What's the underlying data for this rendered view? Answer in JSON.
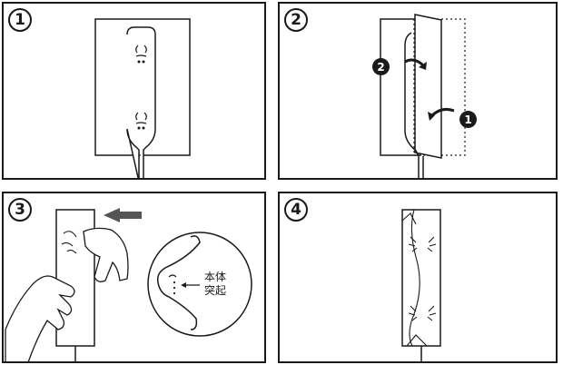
{
  "steps": [
    {
      "number": "1"
    },
    {
      "number": "2",
      "badges": [
        "2",
        "1"
      ]
    },
    {
      "number": "3",
      "callout": {
        "line1": "本体",
        "line2": "突起"
      }
    },
    {
      "number": "4"
    }
  ],
  "colors": {
    "ink": "#1a1a1a",
    "paper": "#ffffff"
  }
}
